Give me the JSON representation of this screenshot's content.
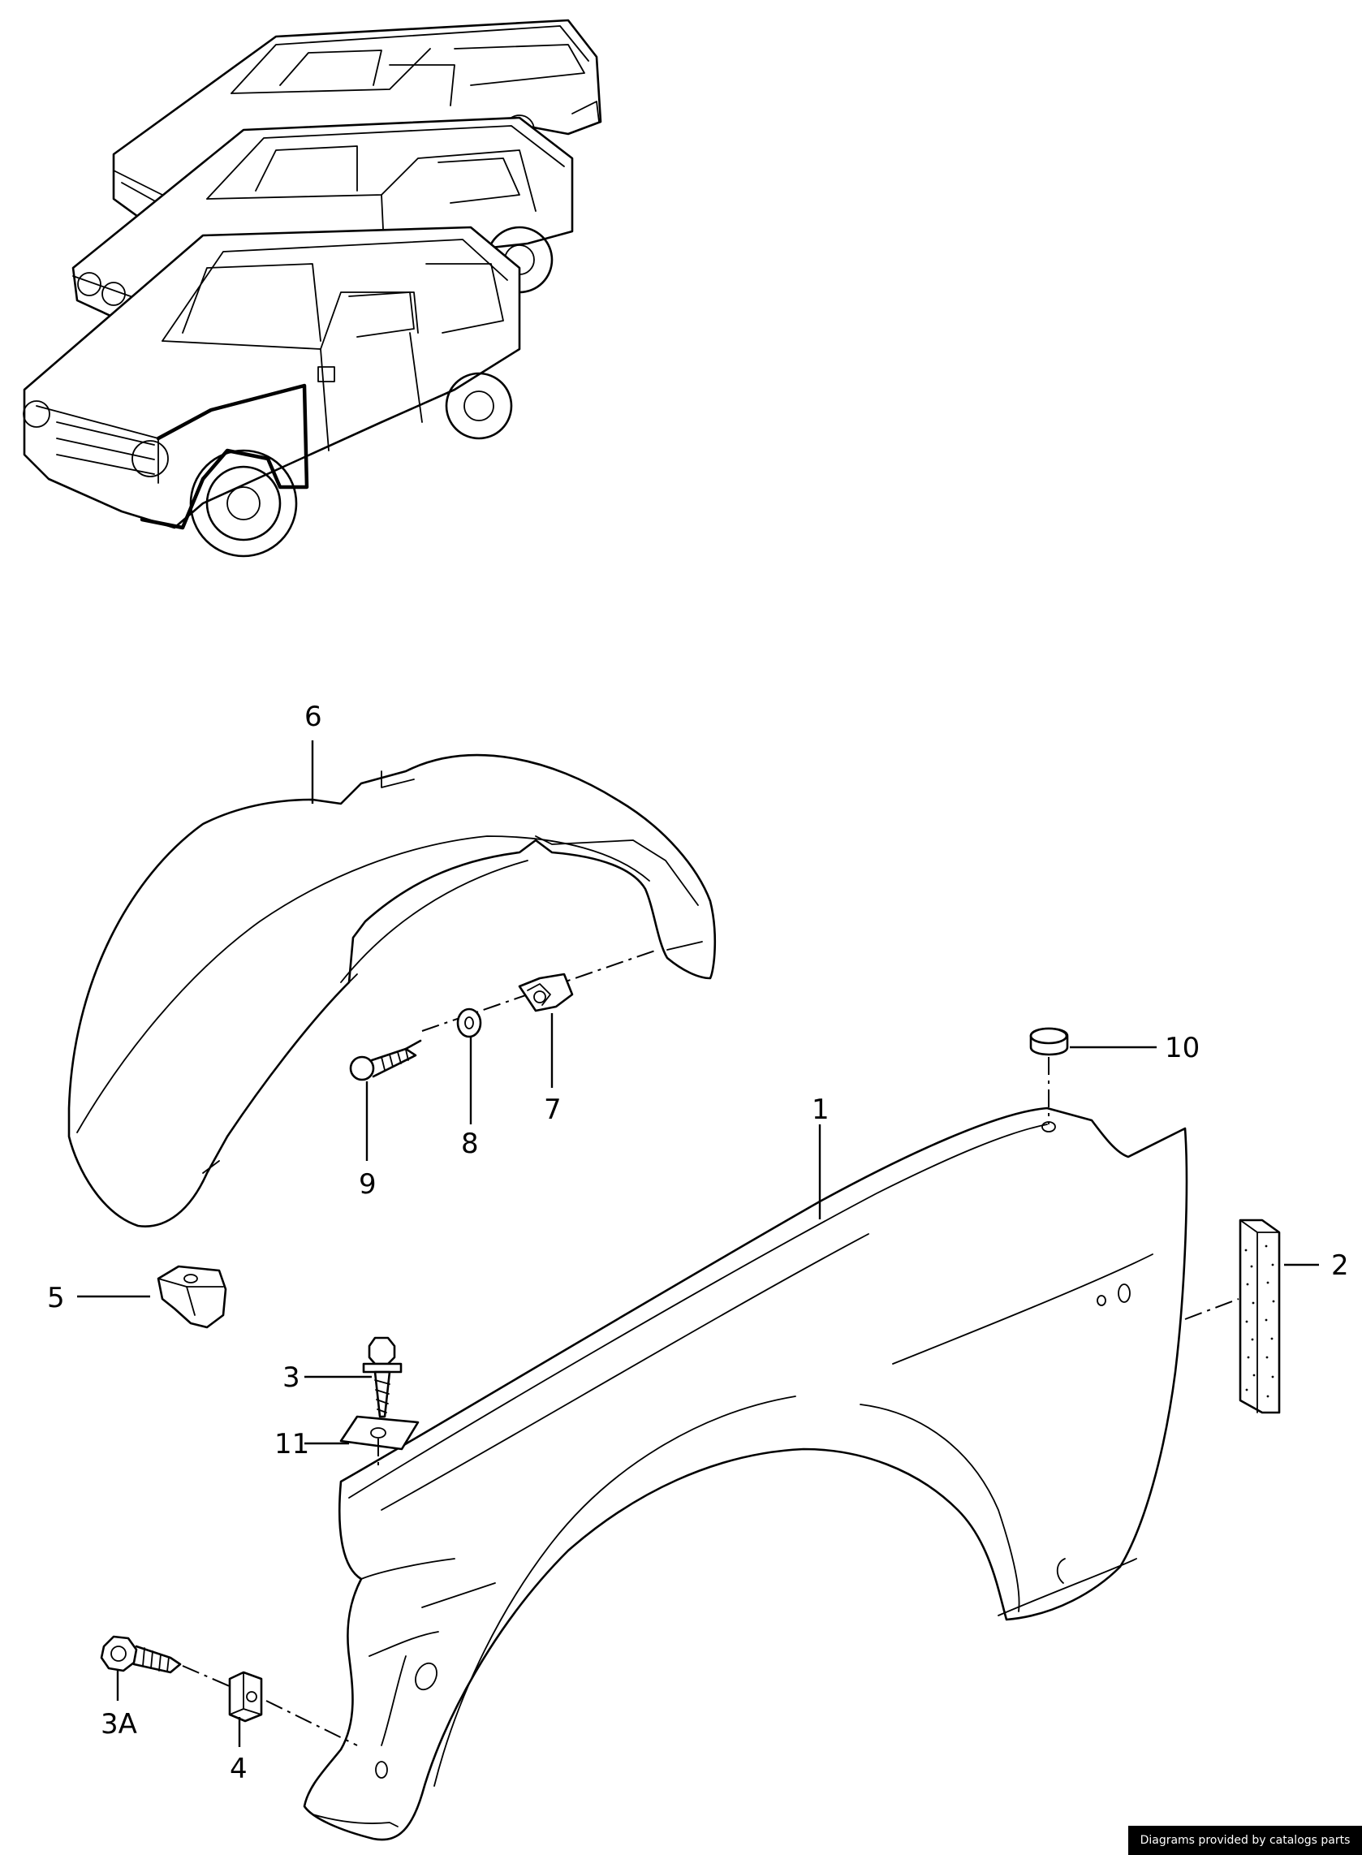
{
  "callouts": {
    "c1": "1",
    "c2": "2",
    "c3": "3",
    "c3a": "3A",
    "c4": "4",
    "c5": "5",
    "c6": "6",
    "c7": "7",
    "c8": "8",
    "c9": "9",
    "c10": "10",
    "c11": "11"
  },
  "credit": "Diagrams provided by catalogs parts"
}
